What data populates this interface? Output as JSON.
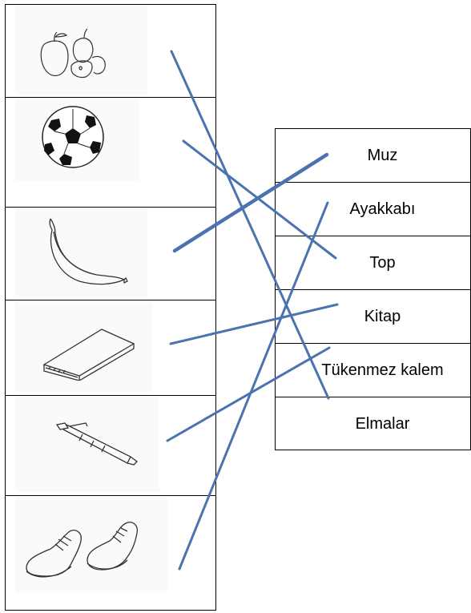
{
  "worksheet": {
    "pictures": [
      {
        "icon": "apples-icon"
      },
      {
        "icon": "soccer-ball-icon"
      },
      {
        "icon": "banana-icon"
      },
      {
        "icon": "book-icon"
      },
      {
        "icon": "pen-icon"
      },
      {
        "icon": "sneakers-icon"
      }
    ],
    "words": [
      "Muz",
      "Ayakkabı",
      "Top",
      "Kitap",
      "Tükenmez kalem",
      "Elmalar"
    ],
    "line_color": "#4a73b0"
  }
}
